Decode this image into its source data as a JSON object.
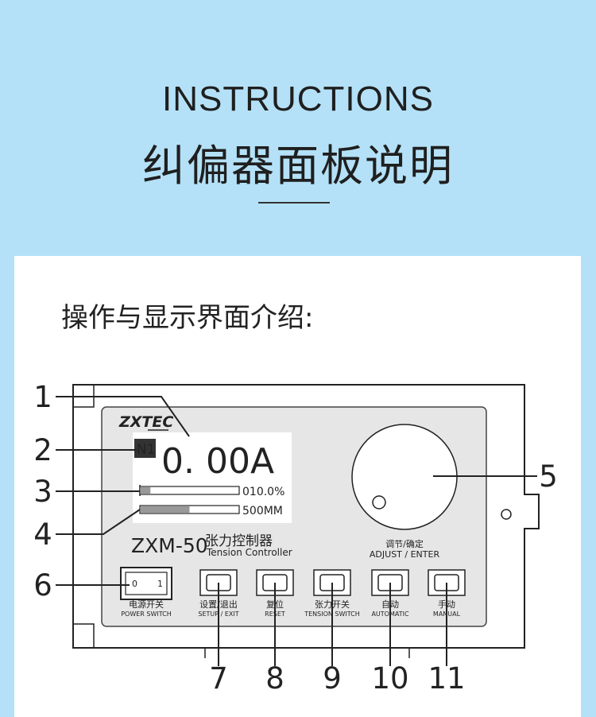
{
  "header": {
    "title": "INSTRUCTIONS",
    "subtitle": "纠偏器面板说明"
  },
  "section_title": "操作与显示界面介绍:",
  "panel": {
    "brand": "ZXTEC",
    "display": {
      "channel": "N1",
      "reading": "0. 00A",
      "percent_value": "010.0%",
      "percent_fill": 0.1,
      "length_value": "500MM",
      "length_fill": 0.5
    },
    "model": "ZXM-50",
    "name_cn": "张力控制器",
    "name_en": "Tension Controller",
    "knob_label_cn": "调节/确定",
    "knob_label_en": "ADJUST / ENTER",
    "power_switch": {
      "off": "0",
      "on": "1",
      "label_cn": "电源开关",
      "label_en": "POWER SWITCH"
    },
    "buttons": [
      {
        "label_cn": "设置/退出",
        "label_en": "SETUP / EXIT"
      },
      {
        "label_cn": "复位",
        "label_en": "RESET"
      },
      {
        "label_cn": "张力开关",
        "label_en": "TENSION SWITCH"
      },
      {
        "label_cn": "自动",
        "label_en": "AUTOMATIC"
      },
      {
        "label_cn": "手动",
        "label_en": "MANUAL"
      }
    ]
  },
  "callouts": [
    "1",
    "2",
    "3",
    "4",
    "5",
    "6",
    "7",
    "8",
    "9",
    "10",
    "11"
  ],
  "colors": {
    "background": "#b4e1f7",
    "card": "#ffffff",
    "panel_face": "#e6e6e6"
  }
}
